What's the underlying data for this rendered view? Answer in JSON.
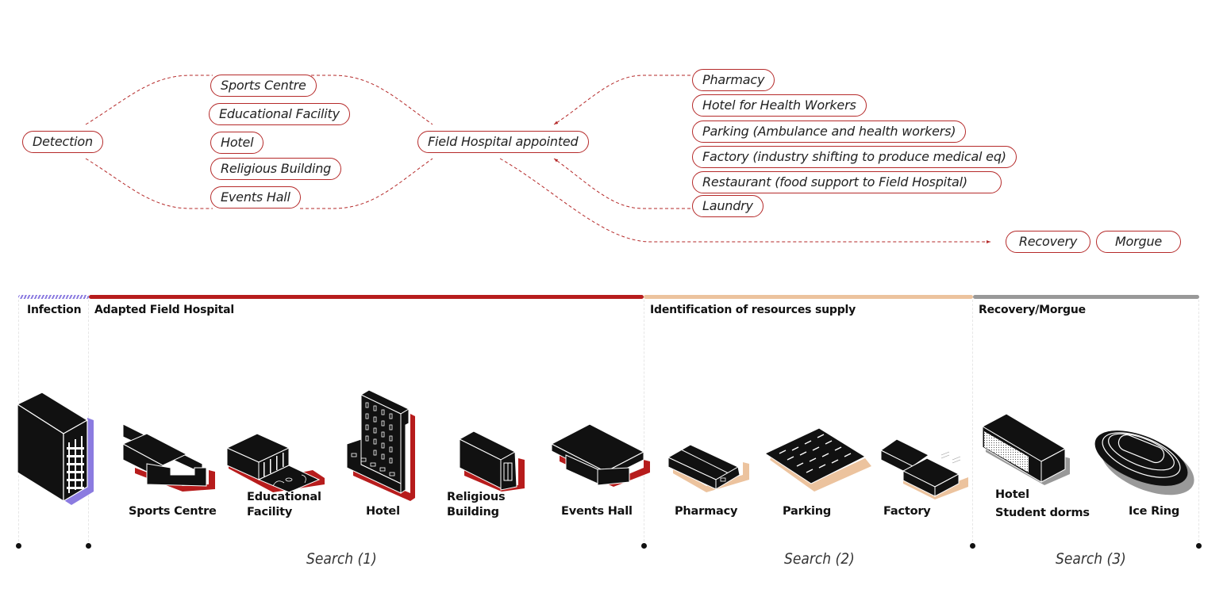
{
  "flow": {
    "start": "Detection",
    "venues": [
      "Sports Centre",
      "Educational Facility",
      "Hotel",
      "Religious Building",
      "Events Hall"
    ],
    "hub": "Field Hospital appointed",
    "resources": [
      "Pharmacy",
      "Hotel for Health Workers",
      "Parking (Ambulance and health workers)",
      "Factory (industry shifting to produce medical eq)",
      "Restaurant (food support to Field Hospital)",
      "Laundry"
    ],
    "outcomes": [
      "Recovery",
      "Morgue"
    ]
  },
  "timeline": {
    "phases": [
      {
        "label": "Infection",
        "color": "#8b7be0",
        "pattern": "hatched"
      },
      {
        "label": "Adapted Field Hospital",
        "color": "#b71c1c"
      },
      {
        "label": "Identification of resources supply",
        "color": "#ecc39e"
      },
      {
        "label": "Recovery/Morgue",
        "color": "#999999"
      }
    ],
    "searches": [
      "Search (1)",
      "Search (2)",
      "Search (3)"
    ]
  },
  "buildings": [
    {
      "name": "infection-tower",
      "label": "",
      "shadow": "#8b7be0"
    },
    {
      "name": "sports-centre",
      "label": "Sports Centre",
      "shadow": "#b71c1c"
    },
    {
      "name": "educational-facility",
      "label": "Educational\nFacility",
      "label_lines": [
        "Educational",
        "Facility"
      ],
      "shadow": "#b71c1c"
    },
    {
      "name": "hotel",
      "label": "Hotel",
      "shadow": "#b71c1c"
    },
    {
      "name": "religious-building",
      "label_lines": [
        "Religious",
        "Building"
      ],
      "shadow": "#b71c1c"
    },
    {
      "name": "events-hall",
      "label": "Events Hall",
      "shadow": "#b71c1c"
    },
    {
      "name": "pharmacy",
      "label": "Pharmacy",
      "shadow": "#ecc39e"
    },
    {
      "name": "parking",
      "label": "Parking",
      "shadow": "#ecc39e"
    },
    {
      "name": "factory",
      "label": "Factory",
      "shadow": "#ecc39e"
    },
    {
      "name": "hotel-student-dorms",
      "label_lines": [
        "Hotel",
        "Student dorms"
      ],
      "shadow": "#999999"
    },
    {
      "name": "ice-ring",
      "label": "Ice Ring",
      "shadow": "#999999"
    }
  ],
  "colors": {
    "accent_red": "#b71c1c",
    "connector": "#b52a2a",
    "infection_purple": "#8b7be0",
    "supply_peach": "#ecc39e",
    "recovery_grey": "#999999"
  }
}
